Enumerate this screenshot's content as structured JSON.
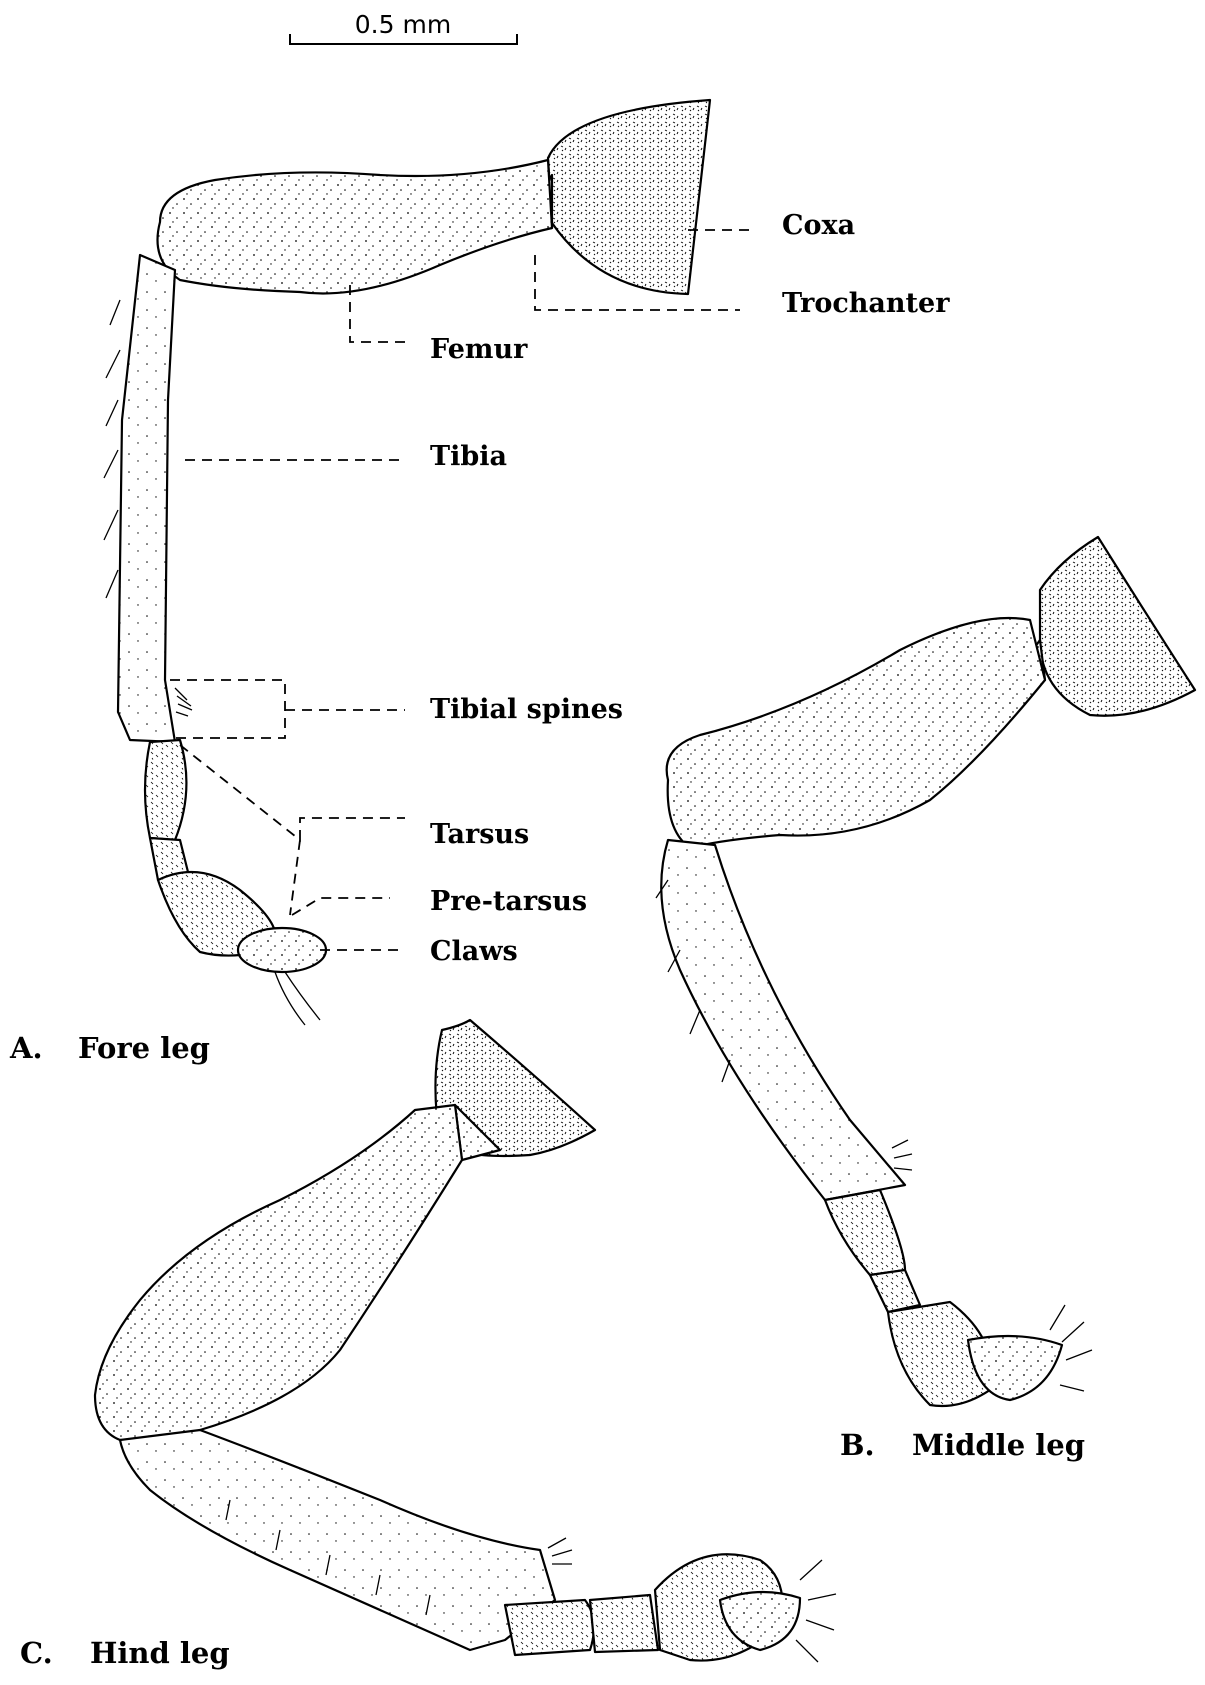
{
  "scale_bar": {
    "label": "0.5 mm"
  },
  "fore_leg": {
    "panel_label": "A.",
    "panel_title": "Fore leg",
    "labels": {
      "coxa": "Coxa",
      "trochanter": "Trochanter",
      "femur": "Femur",
      "tibia": "Tibia",
      "tibial_spines": "Tibial spines",
      "tarsus": "Tarsus",
      "pre_tarsus": "Pre-tarsus",
      "claws": "Claws"
    }
  },
  "middle_leg": {
    "panel_label": "B.",
    "panel_title": "Middle leg"
  },
  "hind_leg": {
    "panel_label": "C.",
    "panel_title": "Hind leg"
  }
}
